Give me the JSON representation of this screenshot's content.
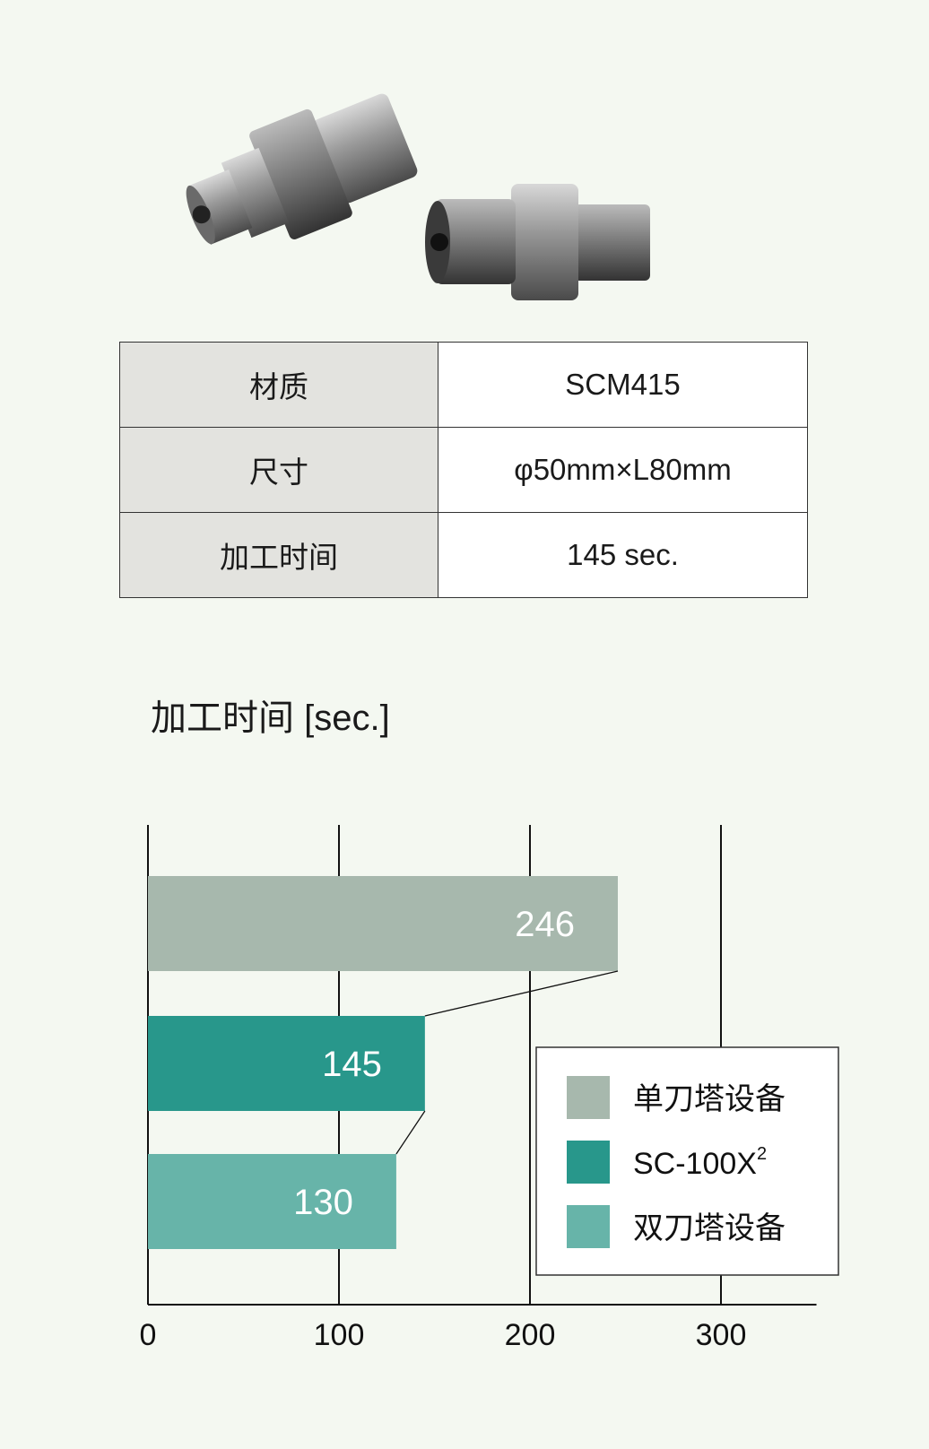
{
  "spec_table": {
    "rows": [
      {
        "label": "材质",
        "value": "SCM415"
      },
      {
        "label": "尺寸",
        "value": "φ50mm×L80mm"
      },
      {
        "label": "加工时间",
        "value": "145 sec."
      }
    ]
  },
  "chart_data": {
    "type": "bar",
    "orientation": "horizontal",
    "title": "加工时间 [sec.]",
    "categories": [
      "单刀塔设备",
      "SC-100X²",
      "双刀塔设备"
    ],
    "values": [
      246,
      145,
      130
    ],
    "data_labels": [
      "246",
      "145",
      "130"
    ],
    "colors": [
      "#a7b8ad",
      "#28978b",
      "#67b4a9"
    ],
    "xlim": [
      0,
      350
    ],
    "xticks": [
      0,
      100,
      200,
      300
    ],
    "xtick_labels": [
      "0",
      "100",
      "200",
      "300"
    ],
    "grid": true,
    "legend": {
      "position": "bottom-right",
      "entries": [
        {
          "label": "单刀塔设备"
        },
        {
          "label": "SC-100X",
          "superscript": "2"
        },
        {
          "label": "双刀塔设备"
        }
      ]
    }
  }
}
